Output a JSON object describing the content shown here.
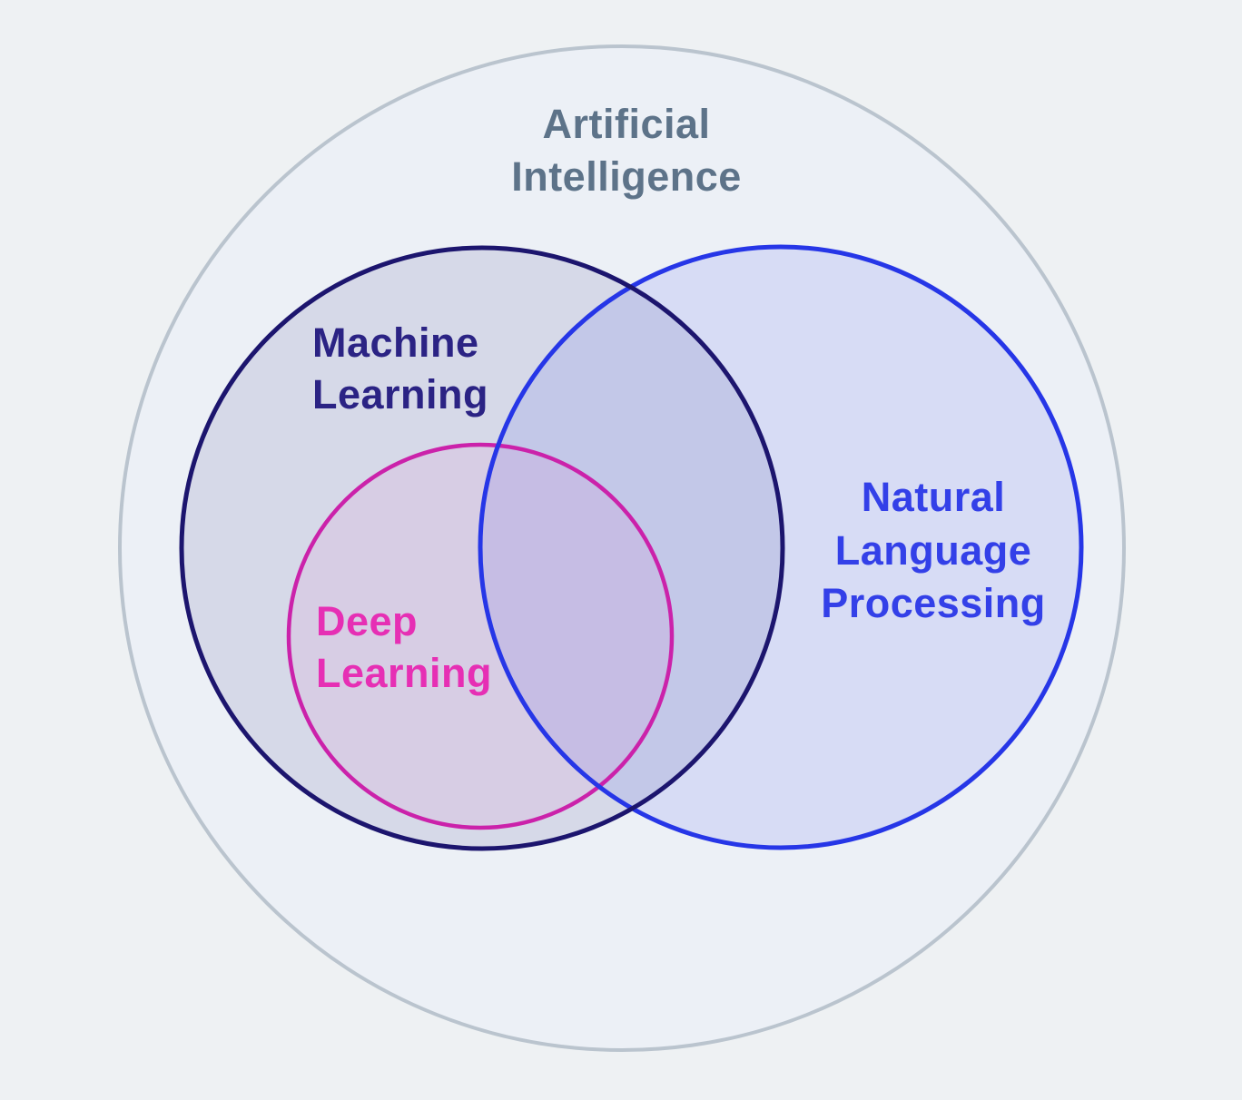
{
  "page": {
    "background_color": "#eef1f3"
  },
  "diagram": {
    "type": "venn",
    "sets": {
      "ai": {
        "name": "Artificial Intelligence",
        "lines": [
          "Artificial",
          "Intelligence"
        ],
        "fill": "#ecf0f6",
        "stroke": "#bac4ce",
        "text_color": "#5d7389"
      },
      "ml": {
        "name": "Machine Learning",
        "lines": [
          "Machine",
          "Learning"
        ],
        "fill": "rgba(35,32,122,0.11)",
        "stroke": "#1c156e",
        "text_color": "#2b2384"
      },
      "nlp": {
        "name": "Natural Language Processing",
        "lines": [
          "Natural",
          "Language",
          "Processing"
        ],
        "fill": "rgba(43,60,236,0.11)",
        "stroke": "#2636e7",
        "text_color": "#3340e8"
      },
      "dl": {
        "name": "Deep Learning",
        "lines": [
          "Deep",
          "Learning"
        ],
        "fill": "rgba(236,50,186,0.07)",
        "stroke": "#cb22aa",
        "text_color": "#e62fb4"
      }
    },
    "relations": [
      "Deep Learning is inside Machine Learning",
      "Machine Learning overlaps Natural Language Processing",
      "Deep Learning overlaps Natural Language Processing",
      "Machine Learning, Deep Learning and Natural Language Processing are inside Artificial Intelligence"
    ]
  }
}
